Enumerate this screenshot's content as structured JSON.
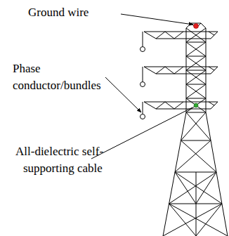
{
  "diagram": {
    "labels": [
      "Ground wire",
      "Phase conductor/bundles",
      "All-dielectric self-supporting cable"
    ]
  }
}
